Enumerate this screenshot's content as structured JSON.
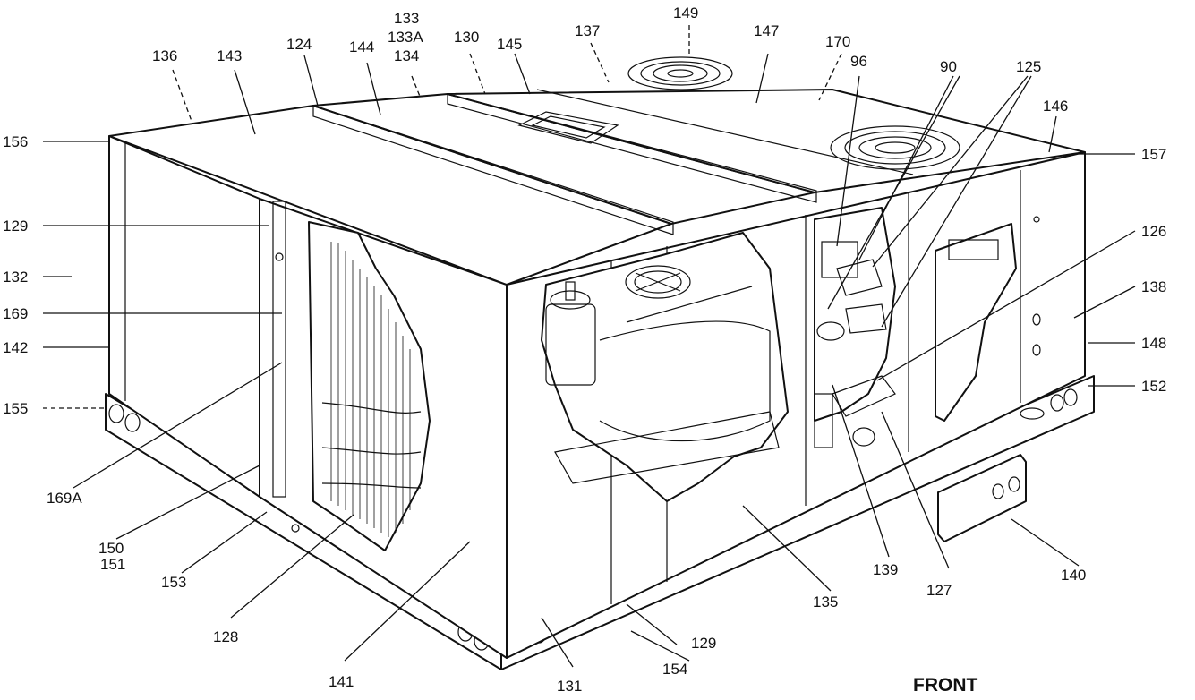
{
  "diagram": {
    "front_label": "FRONT",
    "callouts": {
      "c90": "90",
      "c96": "96",
      "c124": "124",
      "c125": "125",
      "c126": "126",
      "c127": "127",
      "c128": "128",
      "c129a": "129",
      "c129b": "129",
      "c130": "130",
      "c131": "131",
      "c132": "132",
      "c133": "133",
      "c133a": "133A",
      "c134": "134",
      "c135": "135",
      "c136": "136",
      "c137": "137",
      "c138": "138",
      "c139": "139",
      "c140": "140",
      "c141": "141",
      "c142": "142",
      "c143": "143",
      "c144": "144",
      "c145": "145",
      "c146": "146",
      "c147": "147",
      "c148": "148",
      "c149": "149",
      "c150": "150",
      "c151": "151",
      "c152": "152",
      "c153": "153",
      "c154": "154",
      "c155": "155",
      "c156": "156",
      "c157": "157",
      "c169": "169",
      "c169a": "169A",
      "c170": "170"
    }
  }
}
